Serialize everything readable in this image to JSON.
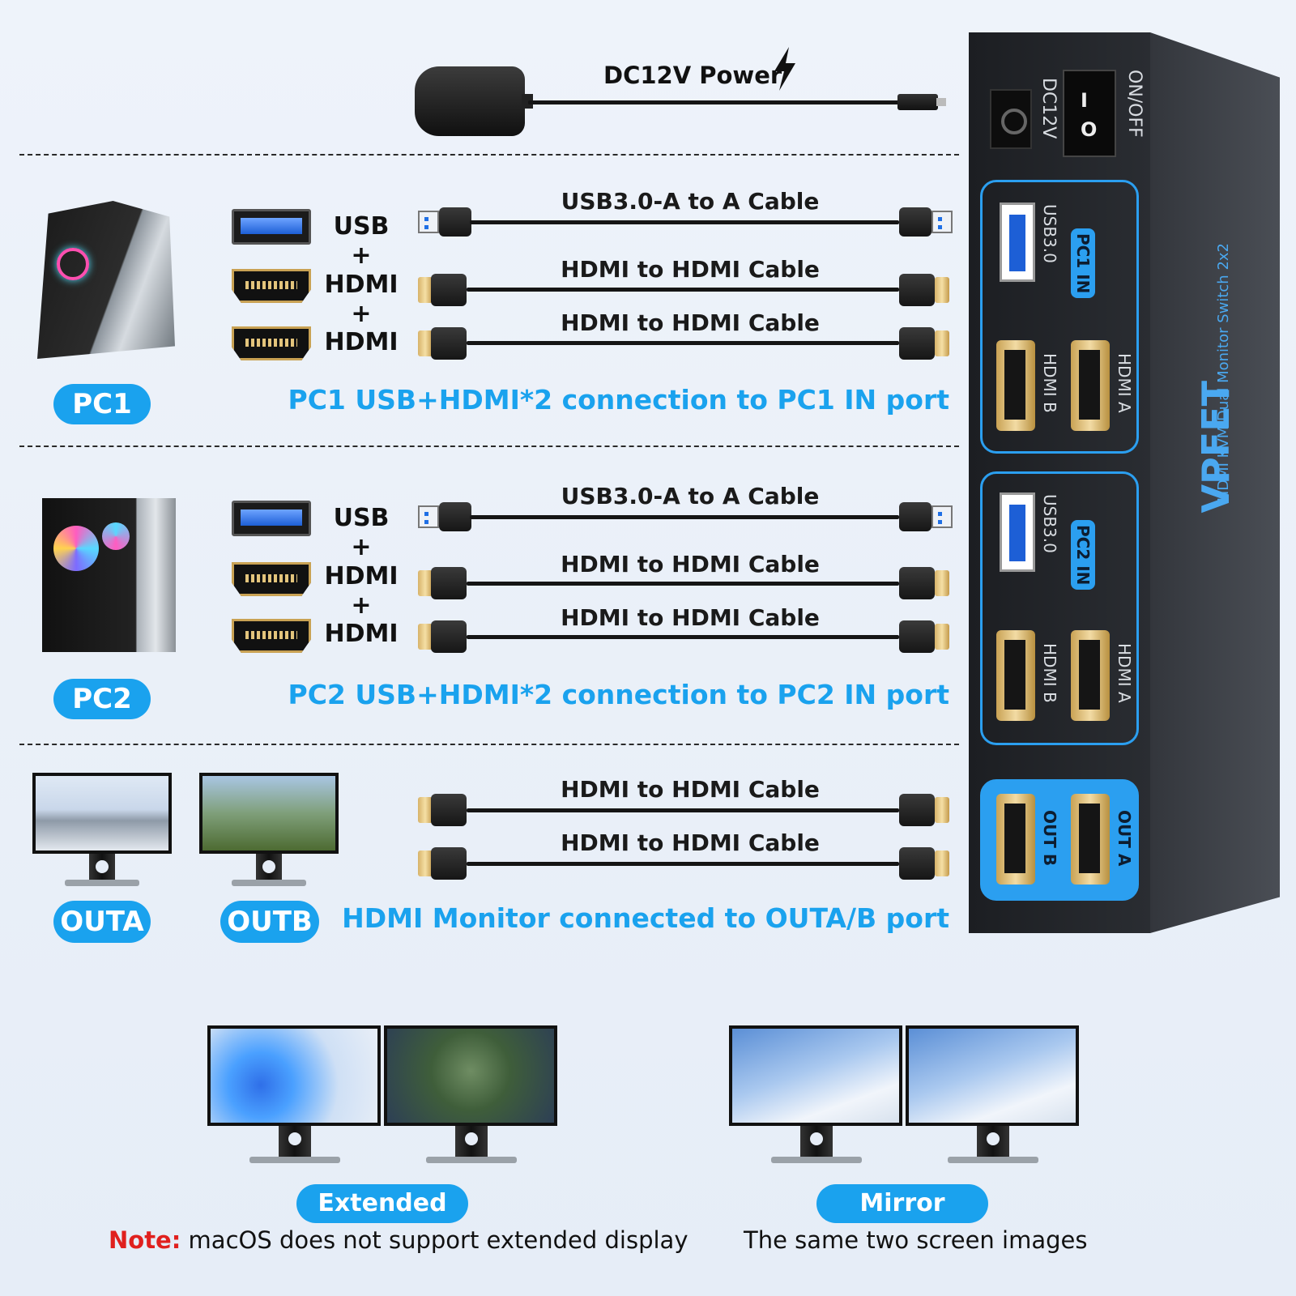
{
  "power": {
    "label": "DC12V Power"
  },
  "device": {
    "onoff": "ON/OFF",
    "dc": "DC12V",
    "switch_on": "I",
    "switch_off": "O",
    "usb_label": "USB3.0",
    "pc1_tag": "PC1 IN",
    "pc2_tag": "PC2 IN",
    "hdmi_a": "HDMI A",
    "hdmi_b": "HDMI B",
    "out_a": "OUT A",
    "out_b": "OUT B",
    "brand": "VPFET",
    "model": "HDMI KVM Dual Monitor Switch 2x2"
  },
  "pc1": {
    "label": "PC1",
    "stack": [
      "USB",
      "+",
      "HDMI",
      "+",
      "HDMI"
    ],
    "cables": [
      "USB3.0-A to A Cable",
      "HDMI to HDMI Cable",
      "HDMI to HDMI Cable"
    ],
    "caption": "PC1 USB+HDMI*2 connection to PC1 IN port"
  },
  "pc2": {
    "label": "PC2",
    "stack": [
      "USB",
      "+",
      "HDMI",
      "+",
      "HDMI"
    ],
    "cables": [
      "USB3.0-A to A Cable",
      "HDMI to HDMI Cable",
      "HDMI to HDMI Cable"
    ],
    "caption": "PC2 USB+HDMI*2 connection to PC2 IN port"
  },
  "outputs": {
    "outa": "OUTA",
    "outb": "OUTB",
    "cables": [
      "HDMI to HDMI Cable",
      "HDMI to HDMI Cable"
    ],
    "caption": "HDMI Monitor connected to OUTA/B port"
  },
  "modes": {
    "extended": "Extended",
    "mirror": "Mirror",
    "note_prefix": "Note:",
    "note_text": " macOS does not support extended display",
    "mirror_text": "The same two screen images"
  },
  "colors": {
    "accent": "#1aa2ee",
    "note": "#e0201e"
  }
}
